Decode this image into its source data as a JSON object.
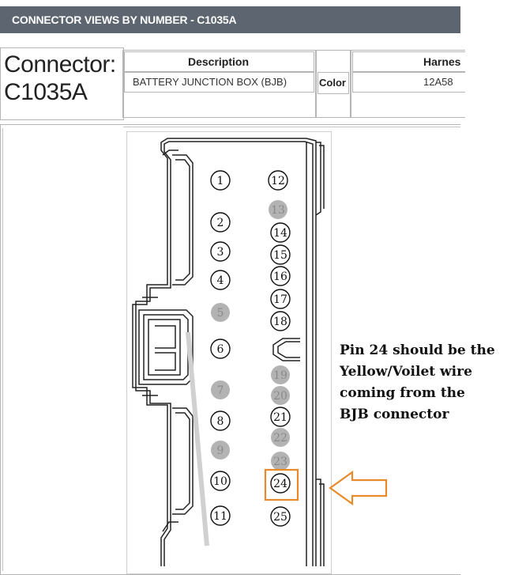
{
  "header": {
    "title": "CONNECTOR VIEWS BY NUMBER - C1035A"
  },
  "connector": {
    "label_line1": "Connector:",
    "label_line2": "C1035A"
  },
  "table": {
    "description_header": "Description",
    "description_value": "BATTERY JUNCTION BOX (BJB)",
    "color_header": "Color",
    "harness_header": "Harnes",
    "harness_value": "12A58"
  },
  "pins": {
    "left": [
      {
        "label": "1",
        "state": "active"
      },
      {
        "label": "2",
        "state": "active"
      },
      {
        "label": "3",
        "state": "active"
      },
      {
        "label": "4",
        "state": "active"
      },
      {
        "label": "5",
        "state": "unused"
      },
      {
        "label": "6",
        "state": "active"
      },
      {
        "label": "7",
        "state": "unused"
      },
      {
        "label": "8",
        "state": "active"
      },
      {
        "label": "9",
        "state": "unused"
      },
      {
        "label": "10",
        "state": "active"
      },
      {
        "label": "11",
        "state": "active"
      }
    ],
    "right": [
      {
        "label": "12",
        "state": "active"
      },
      {
        "label": "13",
        "state": "unused"
      },
      {
        "label": "14",
        "state": "active"
      },
      {
        "label": "15",
        "state": "active"
      },
      {
        "label": "16",
        "state": "active"
      },
      {
        "label": "17",
        "state": "active"
      },
      {
        "label": "18",
        "state": "active"
      },
      {
        "label": "19",
        "state": "unused"
      },
      {
        "label": "20",
        "state": "unused"
      },
      {
        "label": "21",
        "state": "active"
      },
      {
        "label": "22",
        "state": "unused"
      },
      {
        "label": "23",
        "state": "unused"
      },
      {
        "label": "24",
        "state": "active",
        "highlighted": true
      },
      {
        "label": "25",
        "state": "active"
      }
    ]
  },
  "annotation": {
    "text_line1": "Pin 24 should be the",
    "text_line2": "Yellow/Voilet wire",
    "text_line3": "coming from the",
    "text_line4": "BJB connector"
  },
  "colors": {
    "titlebar_bg": "#5d6670",
    "highlight": "#e8892a",
    "unused_pin": "#b3b3b3"
  }
}
